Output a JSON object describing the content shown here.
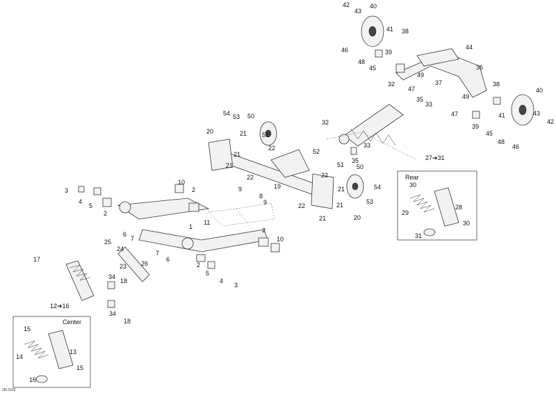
{
  "diagram": {
    "drawing_code": "28L1620",
    "insets": {
      "rear": {
        "title": "Rear",
        "ref": "27➔31"
      },
      "center": {
        "title": "Center",
        "ref": "12➔16"
      }
    },
    "callouts": [
      "42",
      "43",
      "40",
      "41",
      "38",
      "46",
      "48",
      "45",
      "39",
      "44",
      "36",
      "49",
      "47",
      "37",
      "38",
      "40",
      "32",
      "35",
      "33",
      "49",
      "47",
      "41",
      "43",
      "42",
      "39",
      "45",
      "48",
      "46",
      "54",
      "53",
      "50",
      "51",
      "20",
      "21",
      "21",
      "21",
      "22",
      "22",
      "52",
      "19",
      "22",
      "51",
      "50",
      "54",
      "53",
      "21",
      "21",
      "21",
      "22",
      "20",
      "32",
      "33",
      "35",
      "30",
      "28",
      "29",
      "30",
      "31",
      "10",
      "2",
      "3",
      "4",
      "5",
      "2",
      "9",
      "8",
      "9",
      "11",
      "2",
      "10",
      "1",
      "6",
      "7",
      "25",
      "24",
      "26",
      "23",
      "7",
      "6",
      "2",
      "5",
      "4",
      "3",
      "17",
      "34",
      "18",
      "34",
      "18",
      "15",
      "13",
      "14",
      "15",
      "16"
    ]
  }
}
